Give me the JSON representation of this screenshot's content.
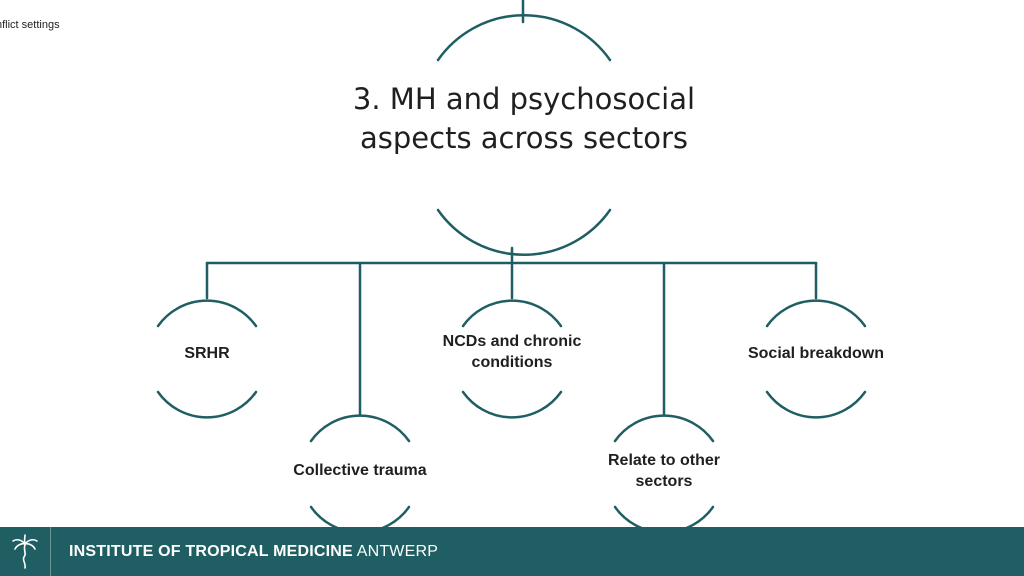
{
  "header": {
    "text": "nflict settings"
  },
  "diagram": {
    "line_color": "#1f5e63",
    "main_node": {
      "label": "3. MH and psychosocial aspects across sectors"
    },
    "children": [
      {
        "id": "srhr",
        "label": "SRHR"
      },
      {
        "id": "collective-trauma",
        "label": "Collective trauma"
      },
      {
        "id": "ncds",
        "label": "NCDs and chronic conditions"
      },
      {
        "id": "relate",
        "label": "Relate to other sectors"
      },
      {
        "id": "social",
        "label": "Social breakdown"
      }
    ]
  },
  "footer": {
    "background": "#1f5e63",
    "logo_icon": "palm-tree-logo-icon",
    "org_name_bold": "INSTITUTE OF TROPICAL MEDICINE",
    "org_name_regular": "ANTWERP"
  }
}
